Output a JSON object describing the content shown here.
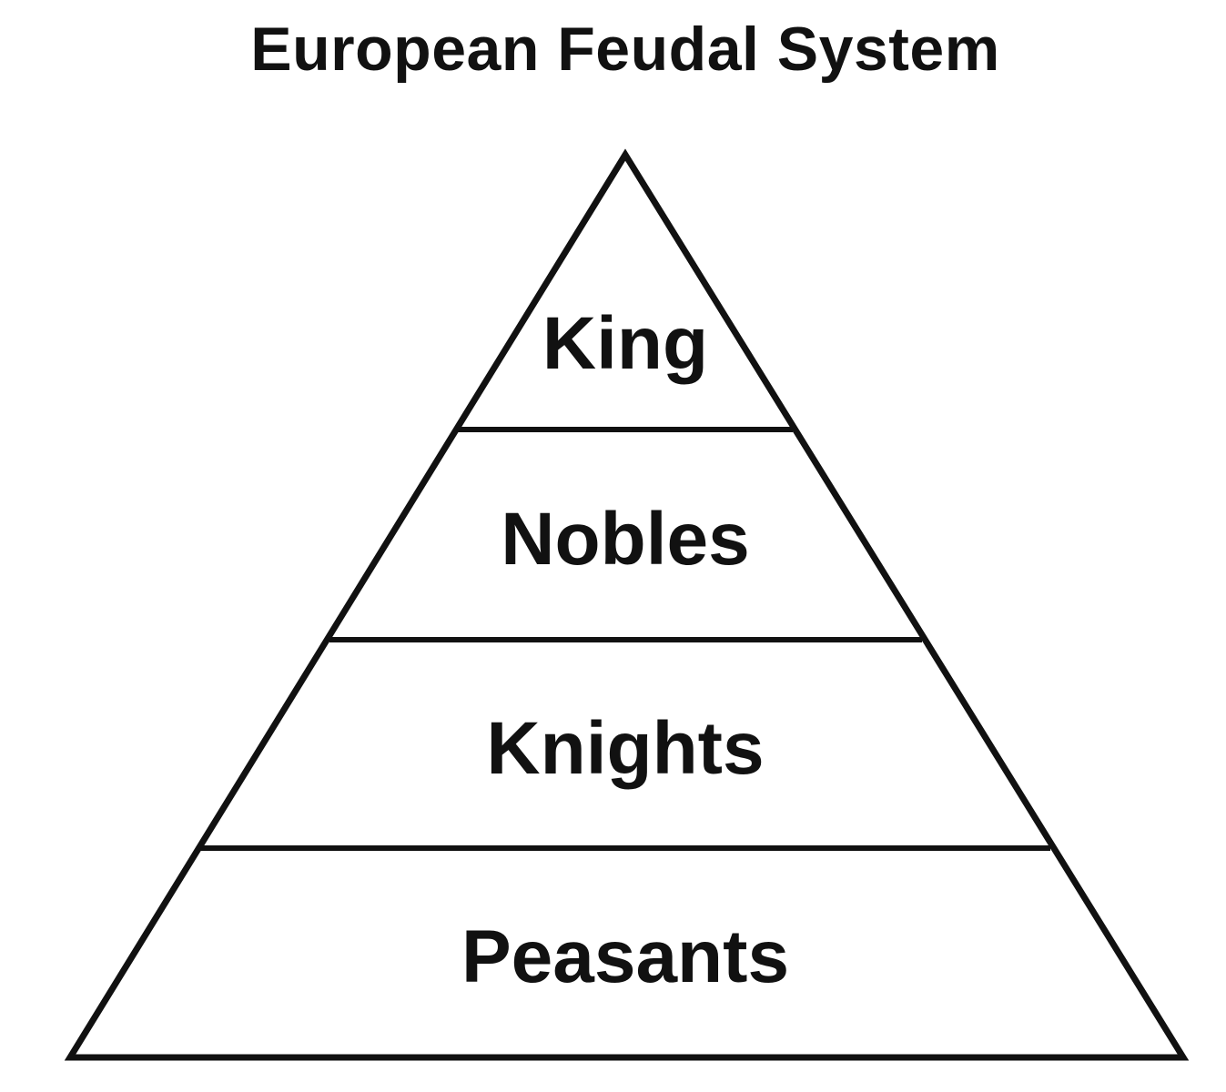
{
  "diagram": {
    "title": "European Feudal System",
    "tiers": [
      {
        "label": "King"
      },
      {
        "label": "Nobles"
      },
      {
        "label": "Knights"
      },
      {
        "label": "Peasants"
      }
    ]
  },
  "colors": {
    "stroke": "#111111",
    "text": "#111111",
    "background": "#ffffff"
  }
}
